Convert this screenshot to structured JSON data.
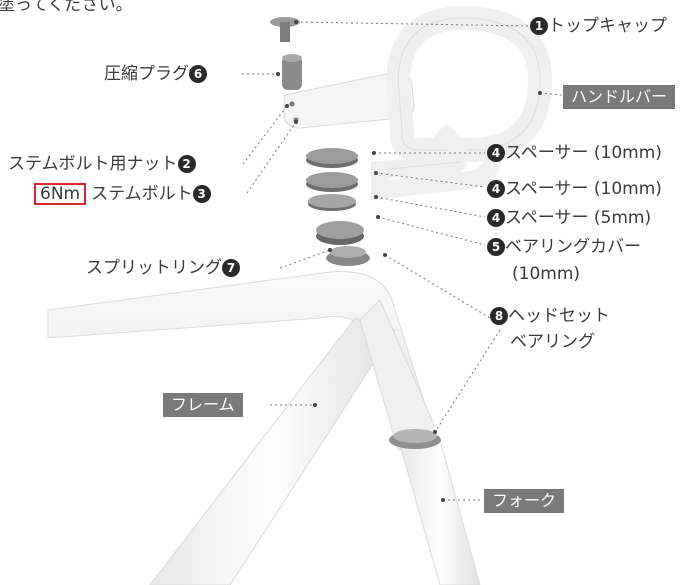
{
  "top_note": "塗ってください。",
  "labels": {
    "top_cap": "トップキャップ",
    "compression_plug": "圧縮プラグ",
    "stem_bolt_nut": "ステムボルト用ナット",
    "stem_bolt": "ステムボルト",
    "torque": "6Nm",
    "spacer_1": "スペーサー (10mm)",
    "spacer_2": "スペーサー (10mm)",
    "spacer_3": "スペーサー (5mm)",
    "bearing_cover_1": "ベアリングカバー",
    "bearing_cover_2": "(10mm)",
    "split_ring": "スプリットリング",
    "headset_1": "ヘッドセット",
    "headset_2": "ベアリング",
    "handlebar": "ハンドルバー",
    "frame": "フレーム",
    "fork": "フォーク"
  },
  "numbers": {
    "n1": "❶",
    "n2": "2",
    "n3": "3",
    "n4": "4",
    "n5": "5",
    "n6": "6",
    "n7": "7",
    "n8": "8"
  }
}
